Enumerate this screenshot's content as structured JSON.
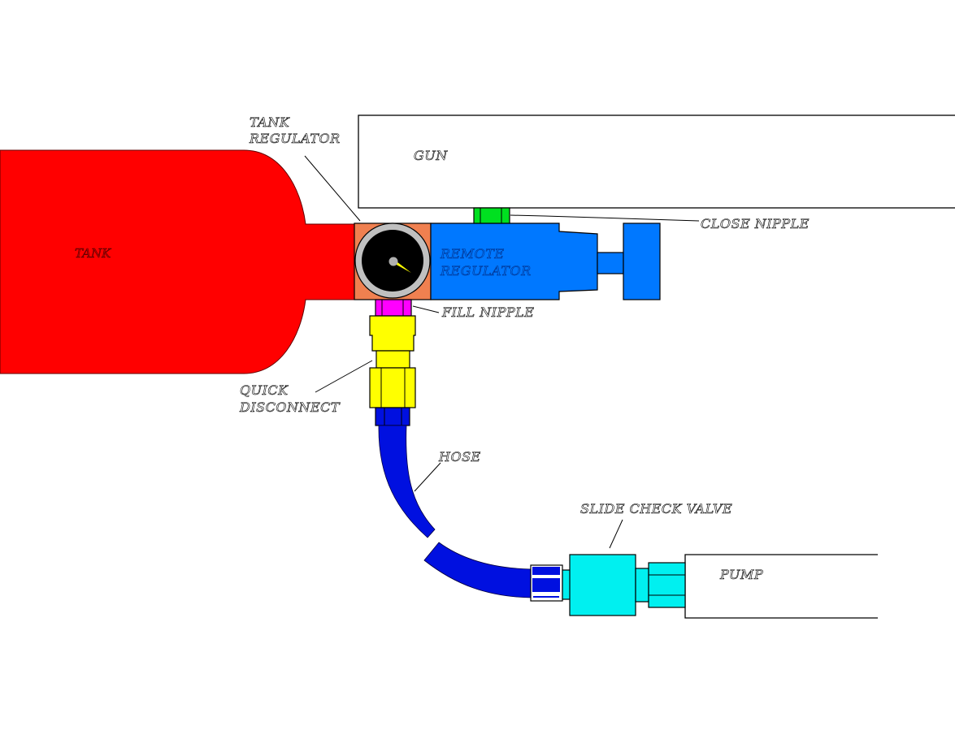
{
  "diagram": {
    "title": "Paintball air system with remote regulator and pump",
    "colors": {
      "tank": "#ff0000",
      "tank_regulator": "#f08050",
      "gauge_ring": "#c0c0c0",
      "gauge_face": "#000000",
      "gauge_needle": "#ffff00",
      "remote_regulator": "#0078ff",
      "close_nipple": "#00e020",
      "fill_nipple": "#ff00ff",
      "quick_disconnect": "#ffff00",
      "hose": "#0010e0",
      "slide_check_valve": "#00f0f0",
      "outline": "#000000"
    },
    "components": [
      {
        "id": "tank",
        "label": "TANK"
      },
      {
        "id": "tank-regulator",
        "label_lines": [
          "TANK",
          "REGULATOR"
        ]
      },
      {
        "id": "gun",
        "label": "GUN"
      },
      {
        "id": "close-nipple",
        "label": "CLOSE NIPPLE"
      },
      {
        "id": "remote-regulator",
        "label_lines": [
          "REMOTE",
          "REGULATOR"
        ]
      },
      {
        "id": "fill-nipple",
        "label": "FILL NIPPLE"
      },
      {
        "id": "quick-disconnect",
        "label_lines": [
          "QUICK",
          "DISCONNECT"
        ]
      },
      {
        "id": "hose",
        "label": "HOSE"
      },
      {
        "id": "slide-check-valve",
        "label": "SLIDE CHECK VALVE"
      },
      {
        "id": "pump",
        "label": "PUMP"
      }
    ]
  }
}
